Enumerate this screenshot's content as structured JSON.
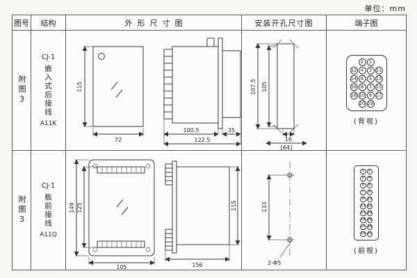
{
  "unit_label": "单位：mm",
  "headers": {
    "fig_no": "图号",
    "structure": "结构",
    "outline": "外形尺寸图",
    "install": "安装开孔尺寸图",
    "terminal": "端子图"
  },
  "rows": [
    {
      "fig_no": "附图3",
      "structure_model": "CJ-1",
      "structure_desc": "嵌入式后接线",
      "structure_code": "A11K",
      "dims": {
        "front_h": "115",
        "front_w": "72",
        "side_front": "100.5",
        "side_rear": "35",
        "side_total": "122.5"
      },
      "install": {
        "total": "107.5",
        "inner": "105",
        "width": "16",
        "ref": "[64]"
      },
      "terminal_label": "(背视)"
    },
    {
      "fig_no": "附图3",
      "structure_model": "CJ-1",
      "structure_desc": "板前接线",
      "structure_code": "A11Q",
      "dims": {
        "front_h": "149",
        "front_inner": "125",
        "front_w": "105",
        "side_w": "156",
        "side_h": "115"
      },
      "install": {
        "spacing": "133",
        "holes": "2-Φ5"
      },
      "terminal_label": "(前视)"
    }
  ],
  "terminal_rear": {
    "rows": [
      [
        "2",
        "1"
      ],
      [
        "12",
        "4",
        "3",
        "11"
      ],
      [
        "14",
        "6",
        "5",
        "13"
      ],
      [
        "16",
        "8",
        "7",
        "15"
      ],
      [
        "18",
        "10",
        "9",
        "17"
      ],
      [
        "20",
        "19"
      ]
    ]
  },
  "terminal_front": {
    "rows": [
      [
        "1",
        "2"
      ],
      [
        "3",
        "4"
      ],
      [
        "5",
        "6"
      ],
      [
        "7",
        "8"
      ],
      [
        "9",
        "10"
      ],
      [
        "11",
        "12"
      ],
      [
        "13",
        "14"
      ],
      [
        "15",
        "16"
      ],
      [
        "17",
        "18"
      ],
      [
        "19",
        "20"
      ]
    ]
  }
}
